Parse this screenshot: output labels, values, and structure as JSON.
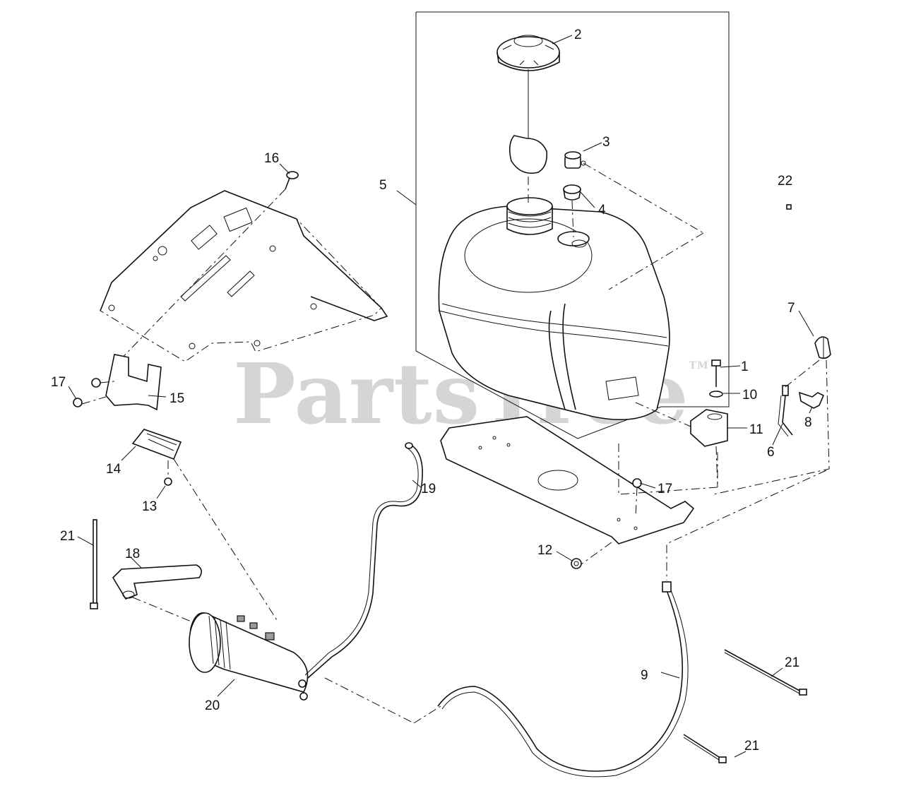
{
  "watermark": "PartsTree",
  "trademark": "TM",
  "callouts": {
    "c1": "1",
    "c2": "2",
    "c3": "3",
    "c4": "4",
    "c5": "5",
    "c6": "6",
    "c7": "7",
    "c8": "8",
    "c9": "9",
    "c10": "10",
    "c11": "11",
    "c12": "12",
    "c13": "13",
    "c14": "14",
    "c15": "15",
    "c16": "16",
    "c17a": "17",
    "c17b": "17",
    "c18": "18",
    "c19": "19",
    "c20": "20",
    "c21a": "21",
    "c21b": "21",
    "c21c": "21",
    "c22": "22"
  }
}
